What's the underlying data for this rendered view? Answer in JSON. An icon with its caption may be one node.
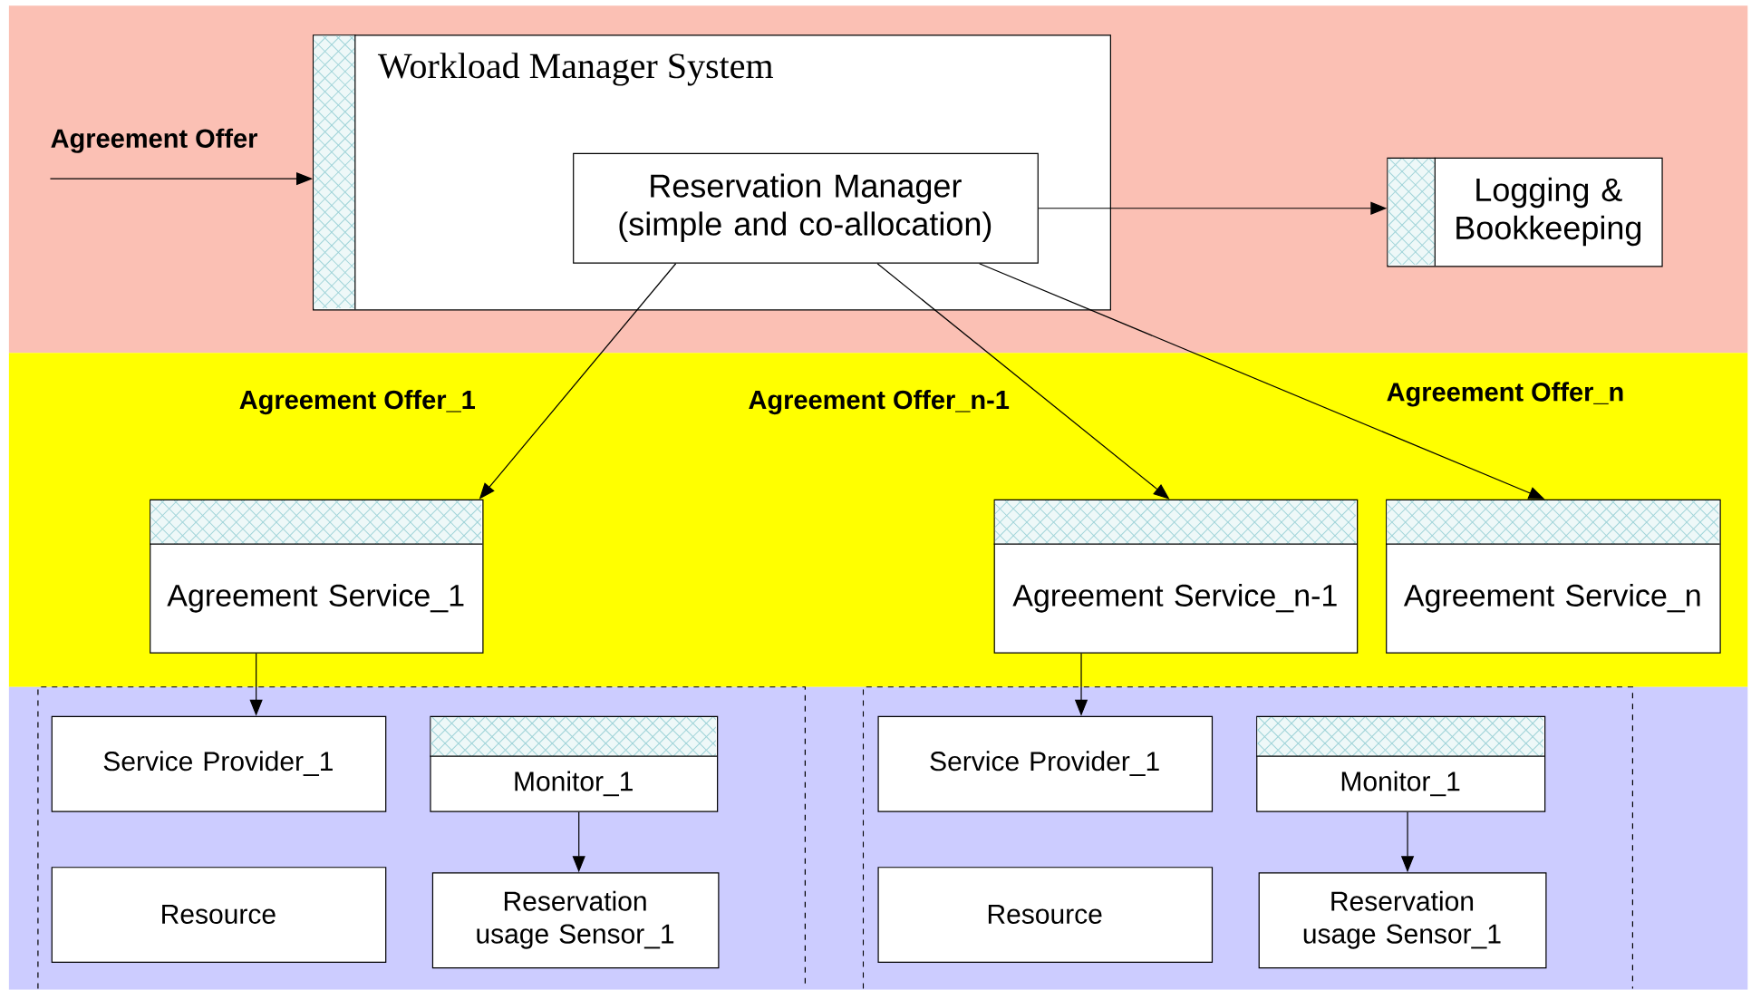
{
  "diagram": {
    "nodes": [
      {
        "text": [
          "Workload Manager System"
        ]
      },
      {
        "text": [
          "Reservation Manager (simple and co-allocation)"
        ],
        "in": 0
      },
      {
        "text": [
          "Logging & Bookkeeping"
        ]
      },
      {
        "text": [
          "Agreement Service_1"
        ]
      },
      {
        "text": [
          "Agreement Service_n-1"
        ]
      },
      {
        "text": [
          "Agreement Service_n"
        ]
      },
      {
        "text": [],
        "shape": "box"
      },
      {
        "text": [
          "Service Provider_1"
        ],
        "in": 6
      },
      {
        "text": [
          "Monitor_1"
        ],
        "in": 6
      },
      {
        "text": [
          "Resource"
        ],
        "in": 6
      },
      {
        "text": [
          "Reservation usage Sensor_1"
        ],
        "in": 6
      },
      {
        "text": [],
        "shape": "box"
      },
      {
        "text": [
          "Service Provider_1"
        ],
        "in": 11
      },
      {
        "text": [
          "Monitor_1"
        ],
        "in": 11
      },
      {
        "text": [
          "Resource"
        ],
        "in": 11
      },
      {
        "text": [
          "Reservation usage Sensor_1"
        ],
        "in": 11
      }
    ],
    "edges": [
      {
        "from": null,
        "to": 0,
        "arrow": "to",
        "label": "Agreement Offer"
      },
      {
        "from": 1,
        "to": 2,
        "arrow": "to"
      },
      {
        "from": 1,
        "to": 3,
        "arrow": "to",
        "label": "Agreement Offer_1"
      },
      {
        "from": 1,
        "to": 4,
        "arrow": "to",
        "label": "Agreement Offer_n-1"
      },
      {
        "from": 1,
        "to": 5,
        "arrow": "to",
        "label": "Agreement Offer_n"
      },
      {
        "from": 3,
        "to": 7,
        "arrow": "to"
      },
      {
        "from": 8,
        "to": 10,
        "arrow": "to"
      },
      {
        "from": 4,
        "to": 12,
        "arrow": "to"
      },
      {
        "from": 13,
        "to": 15,
        "arrow": "to"
      }
    ]
  }
}
